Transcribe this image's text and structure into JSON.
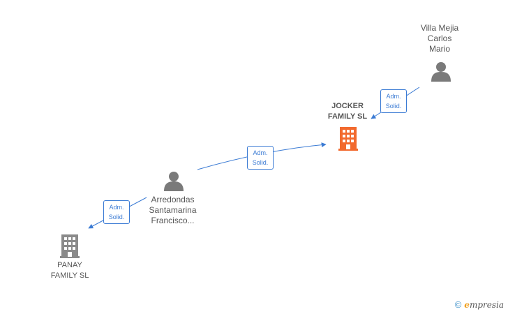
{
  "colors": {
    "edge": "#3b7bd4",
    "person_icon": "#7a7a7a",
    "company_icon": "#8a8a8a",
    "company_icon_primary": "#f26a2e",
    "label_text": "#555555"
  },
  "nodes": {
    "villa_mejia": {
      "lines": [
        "Villa Mejia",
        "Carlos",
        "Mario"
      ],
      "type": "person",
      "icon": "person-icon"
    },
    "jocker_family": {
      "lines": [
        "JOCKER",
        "FAMILY SL"
      ],
      "type": "company",
      "icon": "building-icon",
      "primary": true
    },
    "arredondas": {
      "lines": [
        "Arredondas",
        "Santamarina",
        "Francisco..."
      ],
      "type": "person",
      "icon": "person-icon"
    },
    "panay_family": {
      "lines": [
        "PANAY",
        "FAMILY SL"
      ],
      "type": "company",
      "icon": "building-icon"
    }
  },
  "edges": [
    {
      "from": "villa_mejia",
      "to": "jocker_family",
      "label": [
        "Adm.",
        "Solid."
      ]
    },
    {
      "from": "arredondas",
      "to": "jocker_family",
      "label": [
        "Adm.",
        "Solid."
      ]
    },
    {
      "from": "arredondas",
      "to": "panay_family",
      "label": [
        "Adm.",
        "Solid."
      ]
    }
  ],
  "watermark": {
    "symbol": "©",
    "brand_initial": "e",
    "brand_rest": "mpresia"
  }
}
